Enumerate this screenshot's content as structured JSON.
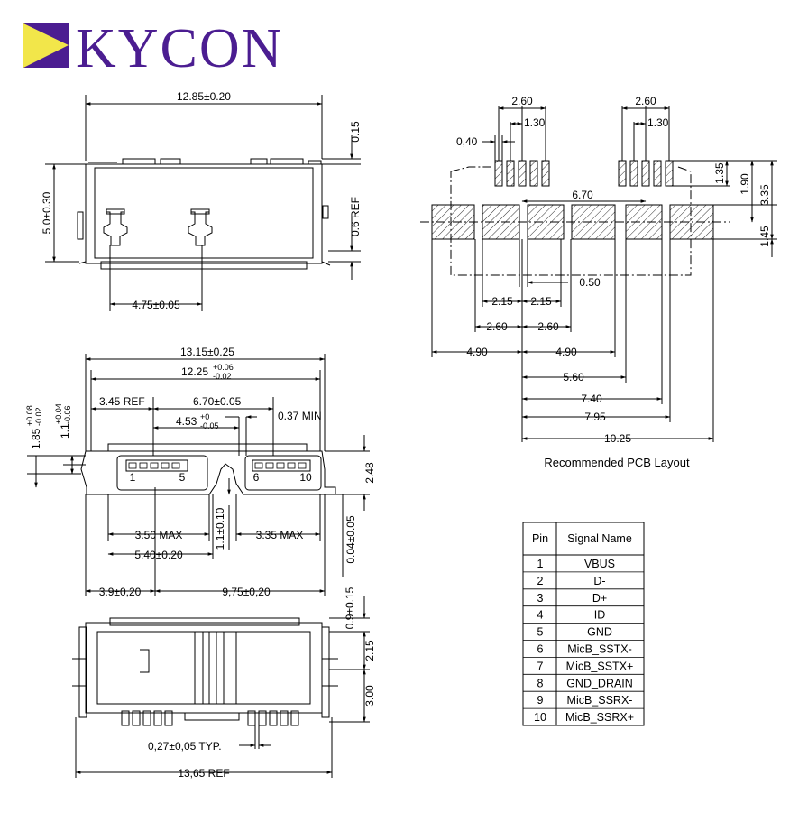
{
  "brand": {
    "name": "KYCON",
    "colors": {
      "purple": "#4b1d91",
      "yellow": "#f2e64a"
    }
  },
  "top_view": {
    "width_dim": "12.85±0.20",
    "height_dim": "5.0±0.30",
    "top_offset_dim": "0.15",
    "ref_dim": "0.6 REF",
    "peg_spacing_dim": "4.75±0.05"
  },
  "front_view": {
    "overall_width": "13.15±0.25",
    "inner_width": "12.25",
    "inner_width_tol_plus": "+0.06",
    "inner_width_tol_minus": "-0.02",
    "ref_345": "3.45 REF",
    "dim_670": "6.70±0.05",
    "dim_453": "4.53",
    "dim_453_tol_plus": "+0",
    "dim_453_tol_minus": "-0.05",
    "min_037": "0.37 MIN",
    "dim_185": "1.85",
    "dim_185_tol_plus": "+0.08",
    "dim_185_tol_minus": "-0.02",
    "dim_11": "1.1",
    "dim_11_tol_plus": "+0.04",
    "dim_11_tol_minus": "-0.06",
    "height_248": "2.48",
    "pin_labels": [
      "1",
      "5",
      "6",
      "10"
    ],
    "max_350": "3.50 MAX",
    "max_335": "3.35 MAX",
    "dim_540": "5.40±0.20",
    "dim_110": "1.1±0.10",
    "dim_004": "0.04±0.05",
    "dim_39": "3.9±0,20",
    "dim_975": "9,75±0,20"
  },
  "bottom_view": {
    "dim_09": "0.9±0.15",
    "dim_215": "2.15",
    "dim_300": "3.00",
    "pitch": "0,27±0,05 TYP.",
    "ref_width": "13,65 REF"
  },
  "pcb": {
    "caption": "Recommended PCB Layout",
    "pitch_260_a": "2.60",
    "pitch_130_a": "1.30",
    "pitch_260_b": "2.60",
    "pitch_130_b": "1.30",
    "pad_040": "0,40",
    "dim_670": "6.70",
    "dim_135": "1.35",
    "dim_190": "1.90",
    "dim_335": "3.35",
    "dim_145": "1.45",
    "dim_215_l": "2.15",
    "dim_215_r": "2.15",
    "dim_050": "0.50",
    "dim_260_l": "2.60",
    "dim_260_r": "2.60",
    "dim_490_l": "4.90",
    "dim_490_r": "4.90",
    "dim_560": "5.60",
    "dim_740": "7.40",
    "dim_795": "7.95",
    "dim_1025": "10.25"
  },
  "pin_table": {
    "headers": [
      "Pin",
      "Signal Name"
    ],
    "rows": [
      [
        "1",
        "VBUS"
      ],
      [
        "2",
        "D-"
      ],
      [
        "3",
        "D+"
      ],
      [
        "4",
        "ID"
      ],
      [
        "5",
        "GND"
      ],
      [
        "6",
        "MicB_SSTX-"
      ],
      [
        "7",
        "MicB_SSTX+"
      ],
      [
        "8",
        "GND_DRAIN"
      ],
      [
        "9",
        "MicB_SSRX-"
      ],
      [
        "10",
        "MicB_SSRX+"
      ]
    ]
  }
}
